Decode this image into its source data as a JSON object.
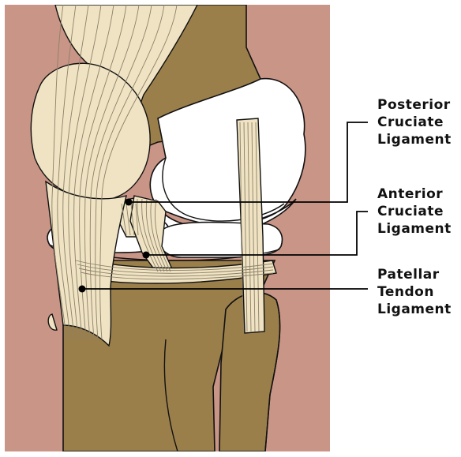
{
  "labels": [
    {
      "id": "posterior",
      "lines": [
        "Posterior",
        "Cruciate",
        "Ligament"
      ]
    },
    {
      "id": "anterior",
      "lines": [
        "Anterior",
        "Cruciate",
        "Ligament"
      ]
    },
    {
      "id": "patellar",
      "lines": [
        "Patellar",
        "Tendon",
        "Ligament"
      ]
    }
  ],
  "colors": {
    "background": "#c99587",
    "bone": "#9b7f4b",
    "bone_dark": "#7c6538",
    "cartilage": "#ffffff",
    "ligament": "#efe3c3",
    "fiber": "#8c8068",
    "outline": "#111111",
    "leader": "#000000"
  }
}
